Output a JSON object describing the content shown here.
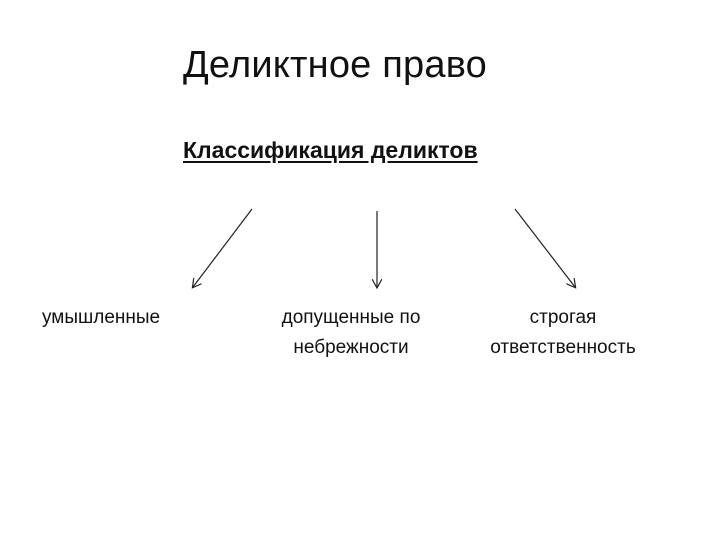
{
  "title": "Деликтное право",
  "subtitle": "Классификация деликтов",
  "categories": [
    {
      "line1": "умышленные",
      "line2": ""
    },
    {
      "line1": "допущенные по",
      "line2": "небрежности"
    },
    {
      "line1": "строгая",
      "line2": "ответственность"
    }
  ],
  "colors": {
    "text": "#111111",
    "arrow": "#222222",
    "background": "#ffffff"
  }
}
